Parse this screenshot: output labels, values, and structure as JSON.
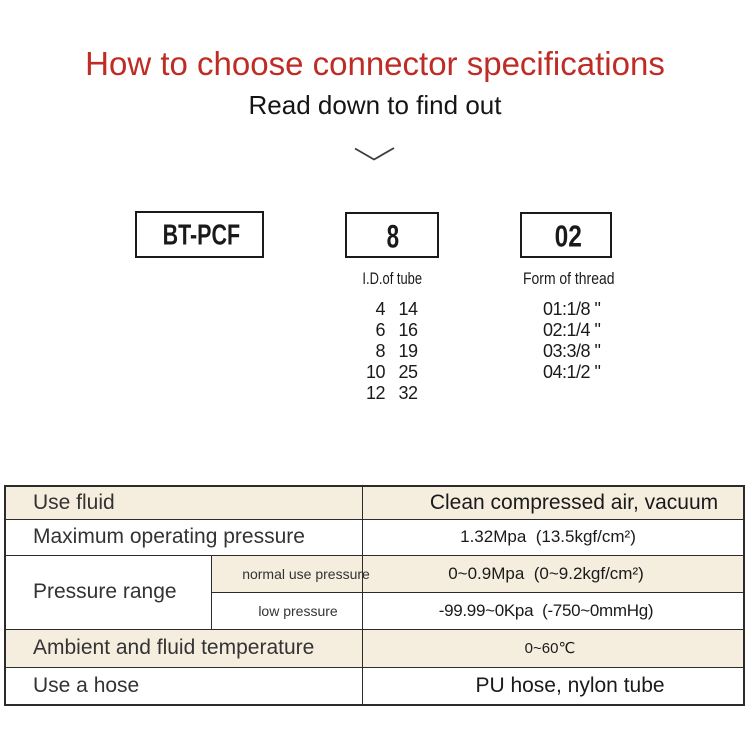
{
  "header": {
    "title": "How to choose connector specifications",
    "subtitle": "Read down to find out",
    "title_color": "#bf2b25"
  },
  "code_breakdown": {
    "model_box": "BT-PCF",
    "tube_box": "8",
    "thread_box": "02",
    "tube_caption": "I.D.of tube",
    "thread_caption": "Form of thread",
    "tube_sizes": [
      [
        "4",
        "14"
      ],
      [
        "6",
        "16"
      ],
      [
        "8",
        "19"
      ],
      [
        "10",
        "25"
      ],
      [
        "12",
        "32"
      ]
    ],
    "thread_forms": [
      "01:1/8 \"",
      "02:1/4 \"",
      "03:3/8 \"",
      "04:1/2 \""
    ]
  },
  "spec_table": {
    "beige": "#f5eedf",
    "use_fluid_label": "Use fluid",
    "use_fluid_value": "Clean compressed air, vacuum",
    "max_pressure_label": "Maximum operating pressure",
    "max_pressure_value": "1.32Mpa  (13.5kgf/cm²)",
    "pressure_range_label": "Pressure range",
    "normal_pressure_label": "normal use pressure",
    "normal_pressure_value": "0~0.9Mpa  (0~9.2kgf/cm²)",
    "low_pressure_label": "low pressure",
    "low_pressure_value": "-99.99~0Kpa  (-750~0mmHg)",
    "temperature_label": "Ambient and fluid temperature",
    "temperature_value": "0~60℃",
    "hose_label": "Use a hose",
    "hose_value": "PU hose, nylon tube"
  }
}
